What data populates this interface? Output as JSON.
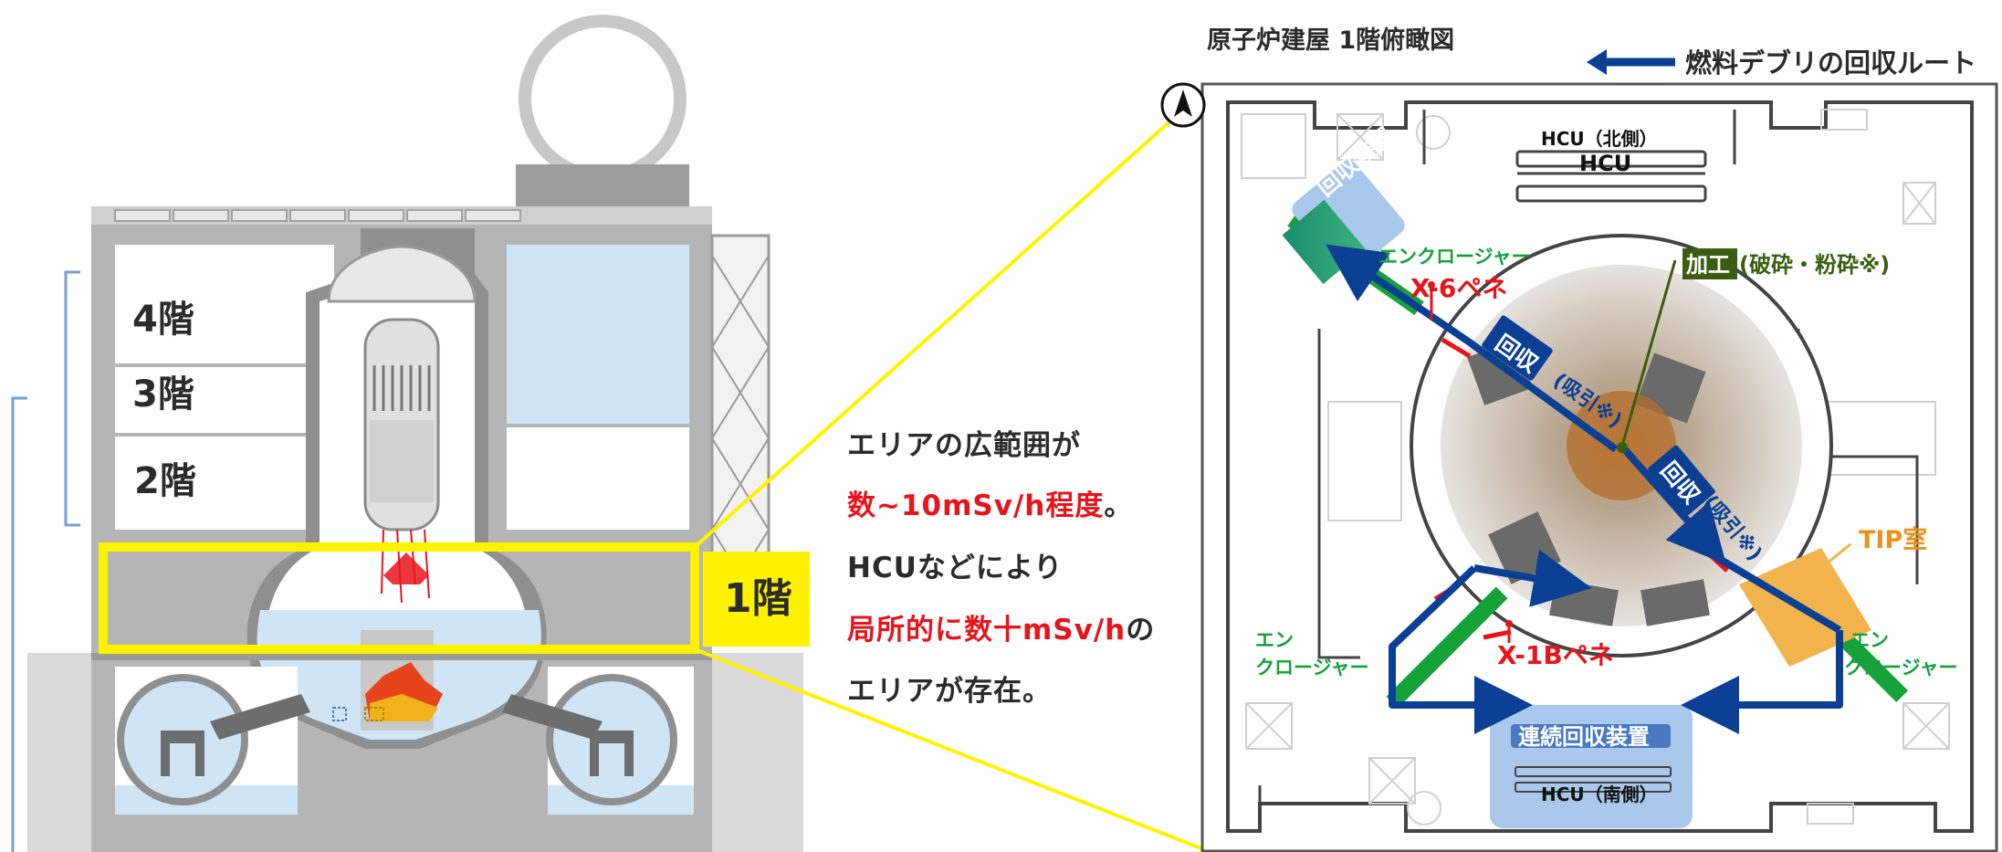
{
  "floors": {
    "f4": "4階",
    "f3": "3階",
    "f2": "2階",
    "f1": "1階"
  },
  "description": {
    "line1": "エリアの広範囲が",
    "line2_red": "数~10mSv/h程度",
    "line2_end": "。",
    "line3": "HCUなどにより",
    "line4_red": "局所的に数十mSv/h",
    "line4_end": "の",
    "line5": "エリアが存在。"
  },
  "plan": {
    "title": "原子炉建屋 1階俯瞰図",
    "legend_route": "燃料デブリの回収ルート",
    "hcu_north_label": "HCU（北側）",
    "hcu_north": "HCU",
    "hcu_south": "HCU（南側）",
    "recovery_device": "回収装置",
    "enclosure_top": "エンクロージャー",
    "x6_pen": "X-6ペネ",
    "x1b_pen": "X-1Bペネ",
    "processing": "加工",
    "processing_detail": "(破砕・粉砕※)",
    "recovery1": "回収",
    "suction1": "(吸引※)",
    "recovery2": "回収",
    "suction2": "(吸引※)",
    "tip_room": "TIP室",
    "enclosure_left_1": "エン",
    "enclosure_left_2": "クロージャー",
    "enclosure_right_1": "エン",
    "enclosure_right_2": "クロージャー",
    "continuous_device": "連続回収装置"
  },
  "colors": {
    "route_blue": "#0b3f94",
    "highlight_yellow": "#fff200",
    "enclosure_green": "#16a13a",
    "penetration_red": "#e8141c",
    "tip_orange": "#f2b24c",
    "water_blue": "#cfe5f6",
    "device_blue": "#a9c8ec"
  }
}
